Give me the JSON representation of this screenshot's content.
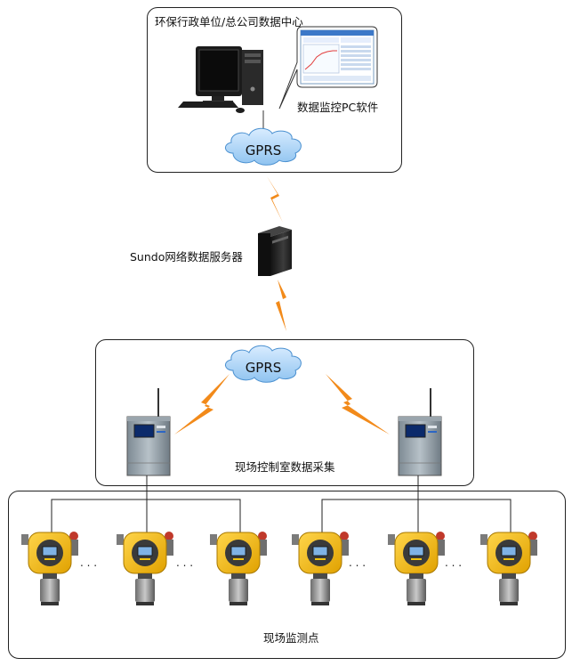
{
  "labels": {
    "data_center": "环保行政单位/总公司数据中心",
    "pc_software": "数据监控PC软件",
    "server": "Sundo网络数据服务器",
    "control_room": "现场控制室数据采集",
    "monitoring_points": "现场监测点"
  },
  "clouds": {
    "top": "GPRS",
    "middle": "GPRS"
  },
  "ellipsis": ". . ."
}
